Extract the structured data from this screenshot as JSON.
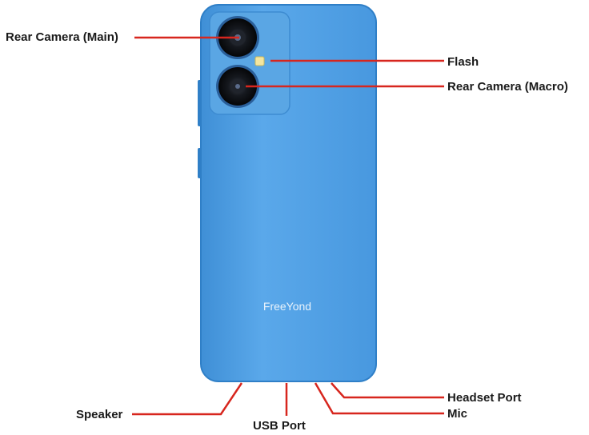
{
  "brand": "FreeYond",
  "labels": {
    "rear_camera_main": "Rear Camera (Main)",
    "flash": "Flash",
    "rear_camera_macro": "Rear Camera (Macro)",
    "speaker": "Speaker",
    "usb_port": "USB Port",
    "mic": "Mic",
    "headset_port": "Headset Port"
  },
  "colors": {
    "phone_body": "#4a9be0",
    "phone_edge": "#2f7fc7",
    "camera_module": "#5aa6e4",
    "leader_line": "#d7261e"
  }
}
